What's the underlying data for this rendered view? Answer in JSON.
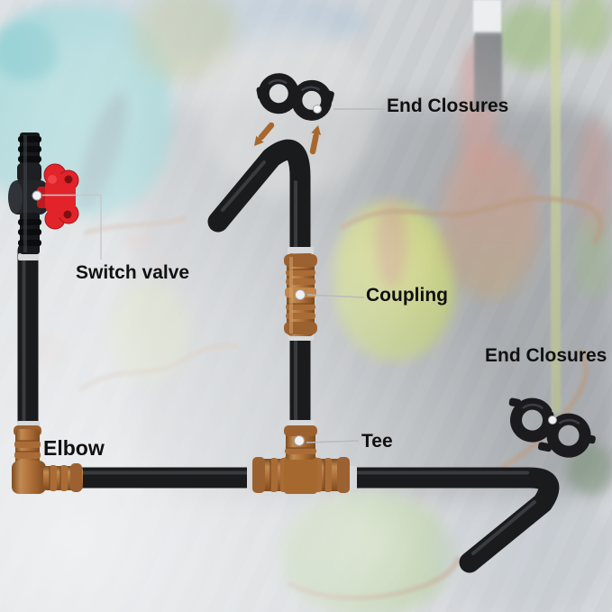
{
  "image_type": "annotated product diagram",
  "scene": "Drip irrigation tubing kit laid over a garden bed photo with weed-barrier fabric and shrubs",
  "labels": {
    "end_closures_top": "End Closures",
    "switch_valve": "Switch valve",
    "coupling": "Coupling",
    "elbow": "Elbow",
    "tee": "Tee",
    "end_closures_right": "End Closures"
  },
  "colors": {
    "tube_black": "#1a1b1d",
    "fitting_brown": "#b06f38",
    "valve_handle_red": "#e2232a",
    "label_text": "#101010",
    "leader_line": "#b6babc",
    "arrow_brown": "#a8672e"
  }
}
